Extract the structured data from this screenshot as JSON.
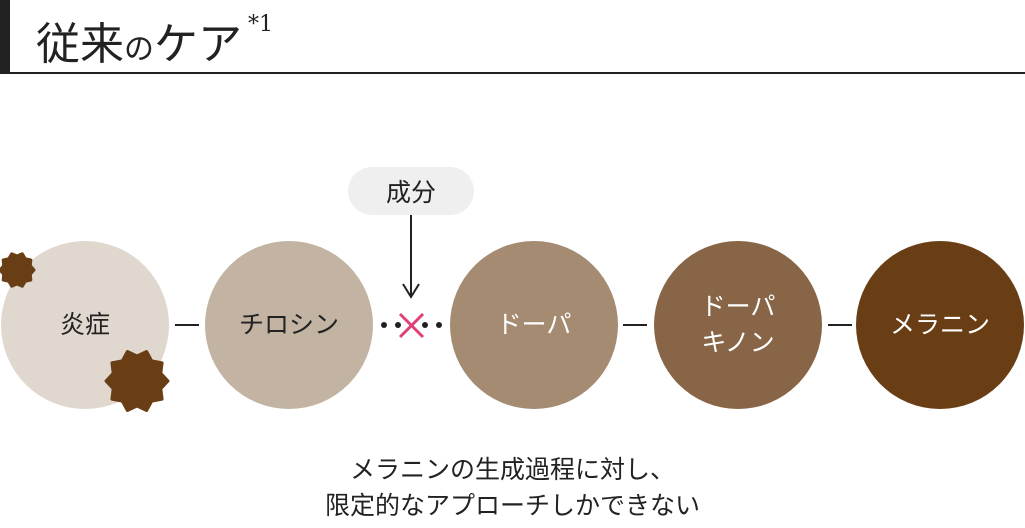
{
  "title": {
    "main": "従来",
    "particle": "の",
    "rest": "ケア",
    "note": "*1"
  },
  "ingredient_label": "成分",
  "steps": [
    {
      "label": "炎症",
      "color": "#e0d7ce",
      "text_color": "#222222"
    },
    {
      "label": "チロシン",
      "color": "#c2b3a2",
      "text_color": "#222222"
    },
    {
      "label": "ドーパ",
      "color": "#a48b72",
      "text_color": "#ffffff"
    },
    {
      "label": "ドーパキノン",
      "line1": "ドーパ",
      "line2": "キノン",
      "color": "#876546",
      "text_color": "#ffffff"
    },
    {
      "label": "メラニン",
      "color": "#6a3e15",
      "text_color": "#ffffff"
    }
  ],
  "colors": {
    "blocked": "#e0407a",
    "melanin_spot": "#6a3e15"
  },
  "caption": {
    "line1": "メラニンの生成過程に対し、",
    "line2": "限定的なアプローチしかできない"
  }
}
